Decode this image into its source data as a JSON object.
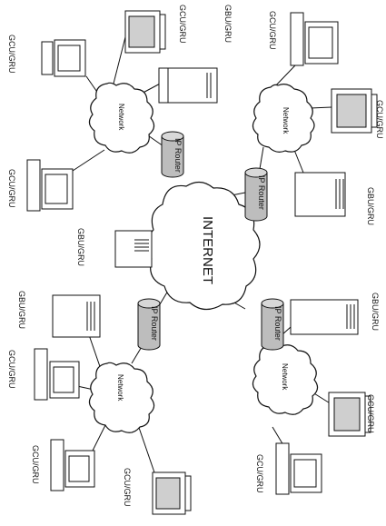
{
  "internet": "INTERNET",
  "network": "Network",
  "router": "IP Router",
  "gcu": "GCU/GRU",
  "gbu": "GBU/GRU"
}
